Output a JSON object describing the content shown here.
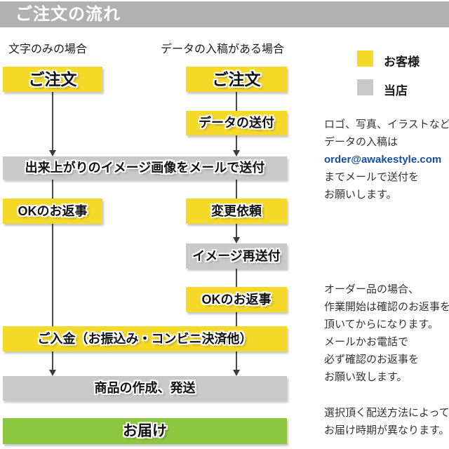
{
  "title_bar": {
    "title": "ご注文の流れ",
    "background_color": "#b1b1b1"
  },
  "columns": {
    "left_header": "文字のみの場合",
    "right_header": "データの入稿がある場合"
  },
  "legend": {
    "customer": {
      "label": "お客様",
      "color": "#f4d929"
    },
    "shop": {
      "label": "当店",
      "color": "#c9c9c9"
    }
  },
  "flow": {
    "order_left": "ご注文",
    "order_right": "ご注文",
    "data_send": "データの送付",
    "image_send": "出来上がりのイメージ画像をメールで送付",
    "ok_reply_left": "OKのお返事",
    "change_request": "変更依頼",
    "image_resend": "イメージ再送付",
    "ok_reply_right": "OKのお返事",
    "payment": "ご入金（お振込み・コンビニ決済他）",
    "production": "商品の作成、発送",
    "delivery": "お届け",
    "customer_color": "#f4d929",
    "shop_color": "#c9c9c9",
    "delivery_color": "#8cc63f"
  },
  "notes": {
    "data_submission": {
      "line1": "ロゴ、写真、イラストなど",
      "line2": "データの入稿は",
      "email": "order@awakestyle.com",
      "email_color": "#164fa2",
      "line4": "までメールで送付を",
      "line5": "お願いします。"
    },
    "order_confirmation": {
      "lines": [
        "オーダー品の場合、",
        "作業開始は確認のお返事を",
        "頂いてからになります。",
        "メールかお電話で",
        "必ず確認のお返事を",
        "お願い致します。"
      ]
    },
    "shipping": {
      "lines": [
        "選択頂く配送方法によって",
        "お届け時期が異なります。"
      ]
    }
  }
}
